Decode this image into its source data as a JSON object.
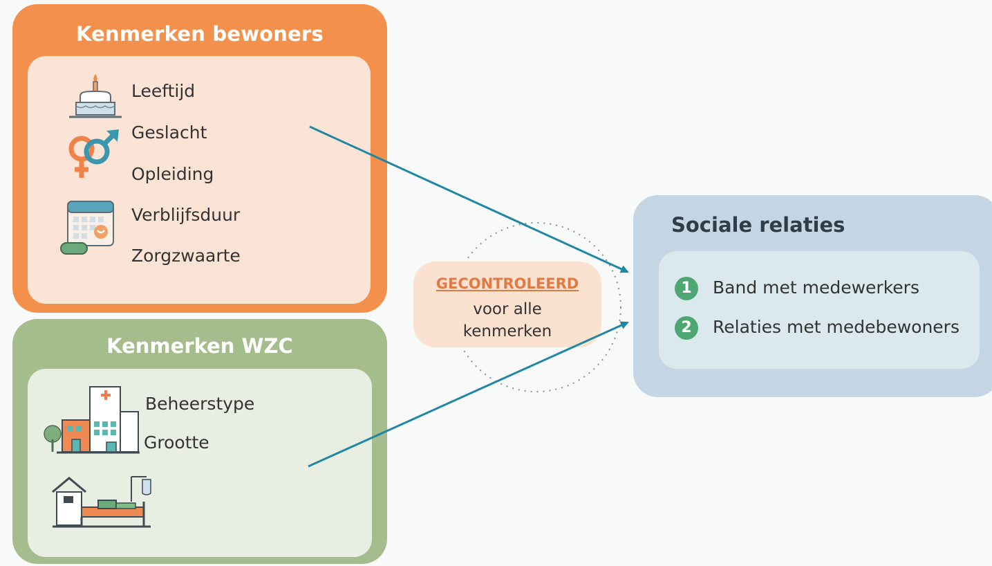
{
  "residents": {
    "title": "Kenmerken bewoners",
    "items": [
      "Leeftijd",
      "Geslacht",
      "Opleiding",
      "Verblijfsduur",
      "Zorgzwaarte"
    ]
  },
  "wzc": {
    "title": "Kenmerken WZC",
    "items": [
      "Beheerstype",
      "Grootte"
    ]
  },
  "controlled": {
    "title": "GECONTROLEERD",
    "line1": "voor alle",
    "line2": "kenmerken"
  },
  "social": {
    "title": "Sociale relaties",
    "items": [
      {
        "number": "1",
        "label": "Band met medewerkers"
      },
      {
        "number": "2",
        "label": "Relaties met medebewoners"
      }
    ]
  },
  "colors": {
    "residents": "#f3914c",
    "wzc": "#a5bc8c",
    "social": "#c4d5e3",
    "arrow": "#1f86a3",
    "highlight": "#e07a45",
    "badge": "#4ea772"
  }
}
